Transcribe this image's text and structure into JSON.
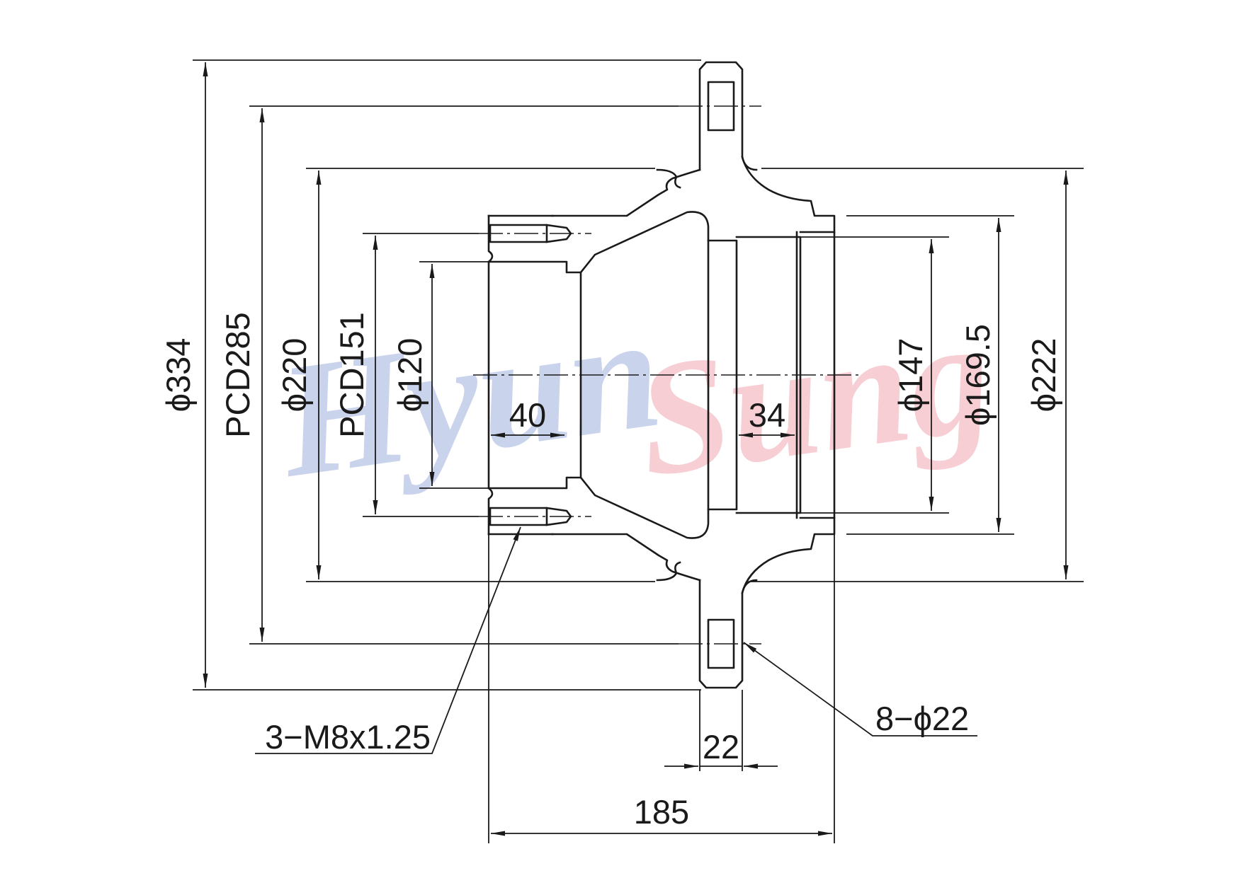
{
  "dimensions": {
    "d334": "ϕ334",
    "pcd285": "PCD285",
    "d220": "ϕ220",
    "pcd151": "PCD151",
    "d120": "ϕ120",
    "len40": "40",
    "len34": "34",
    "d147": "ϕ147",
    "d169_5": "ϕ169.5",
    "d222": "ϕ222",
    "len22": "22",
    "len185": "185"
  },
  "callouts": {
    "thread": "3−M8x1.25",
    "holes": "8−ϕ22"
  },
  "watermark": {
    "part1": "Hyun",
    "part2": "Sung",
    "color1": "#9fb0de",
    "color2": "#f0a7b1"
  },
  "line_color": "#1a1a1a"
}
